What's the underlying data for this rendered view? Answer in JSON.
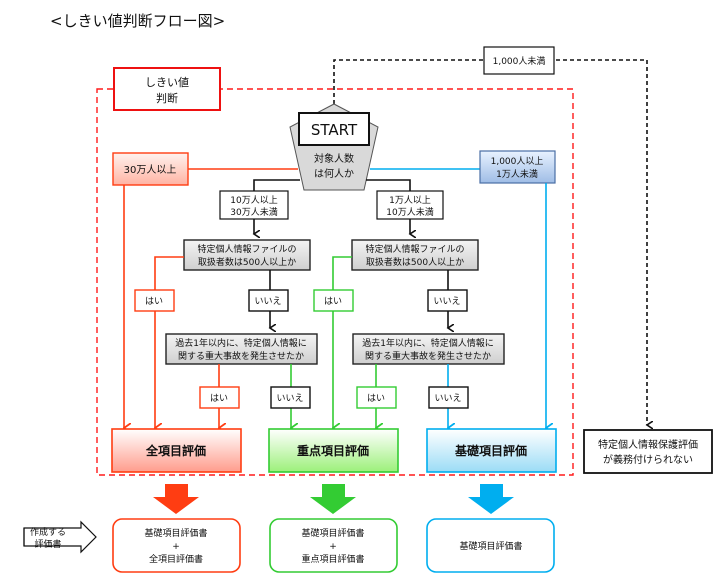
{
  "title": "<しきい値判断フロー図>",
  "threshold_label": [
    "しきい値",
    "判断"
  ],
  "under_1000": "1,000人未満",
  "start": {
    "label": "START",
    "question": [
      "対象人数",
      "は何人か"
    ]
  },
  "ranges": {
    "over_300k": "30万人以上",
    "range_100k_300k": [
      "10万人以上",
      "30万人未満"
    ],
    "range_10k_100k": [
      "1万人以上",
      "10万人未満"
    ],
    "range_1k_10k": [
      "1,000人以上",
      "1万人未満"
    ]
  },
  "question_handlers": [
    "特定個人情報ファイルの",
    "取扱者数は500人以上か"
  ],
  "question_incident": [
    "過去1年以内に、特定個人情報に",
    "関する重大事故を発生させたか"
  ],
  "answers": {
    "yes": "はい",
    "no": "いいえ"
  },
  "evaluations": {
    "full": "全項目評価",
    "focused": "重点項目評価",
    "basic": "基礎項目評価"
  },
  "not_required": [
    "特定個人情報保護評価",
    "が義務付けられない"
  ],
  "documents_label": [
    "作成する",
    "評価書"
  ],
  "documents": {
    "full": [
      "基礎項目評価書",
      "+",
      "全項目評価書"
    ],
    "focused": [
      "基礎項目評価書",
      "+",
      "重点項目評価書"
    ],
    "basic": [
      "基礎項目評価書"
    ]
  },
  "colors": {
    "red": "#ff3d12",
    "green": "#33cc33",
    "blue": "#00aeef",
    "dashed_red": "#ff1a1a",
    "threshold_border": "#ee1111"
  }
}
